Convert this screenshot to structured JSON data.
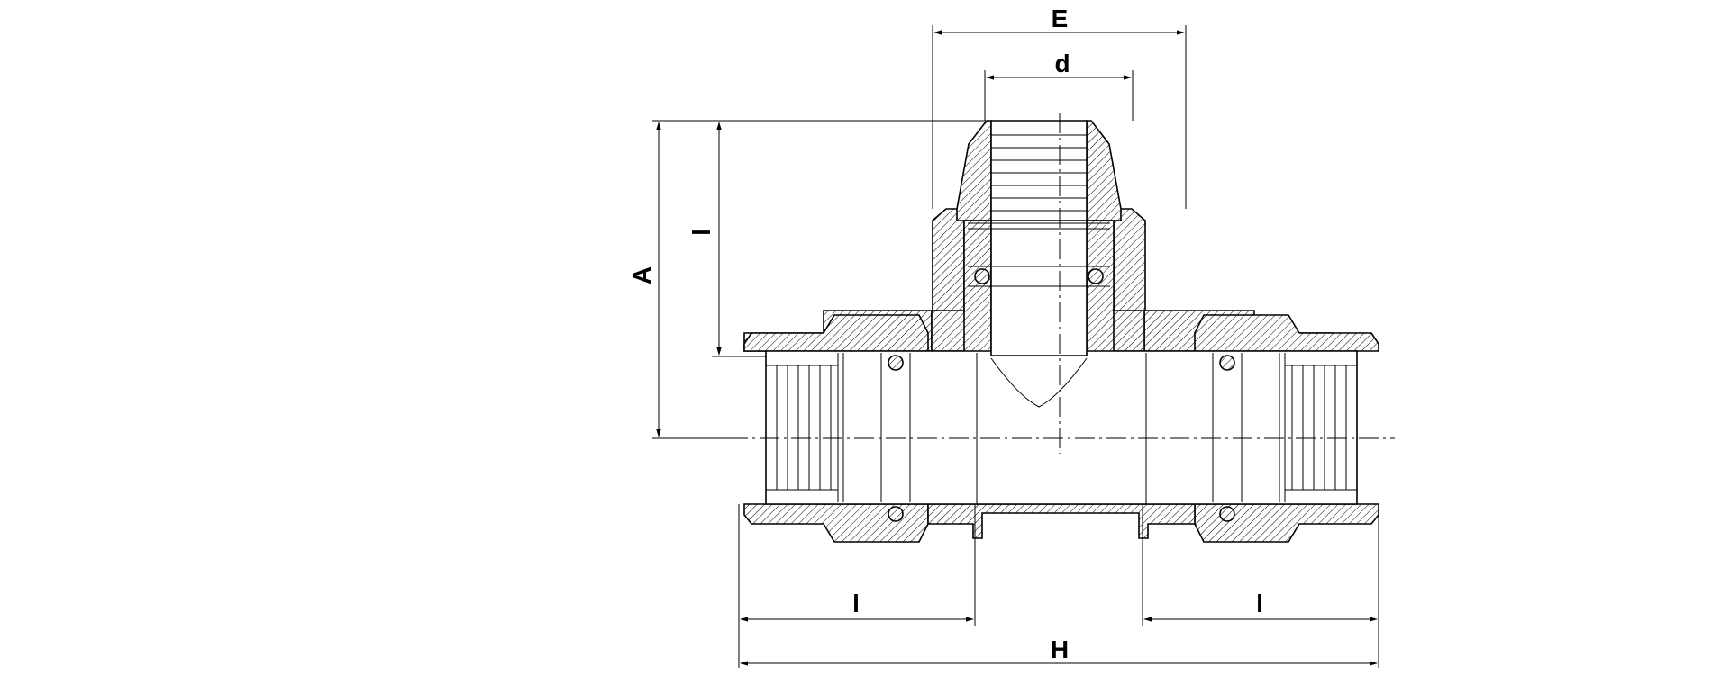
{
  "drawing": {
    "labels": {
      "E": "E",
      "d": "d",
      "A": "A",
      "l_vertical": "l",
      "l_left": "l",
      "l_right": "l",
      "H": "H"
    }
  }
}
